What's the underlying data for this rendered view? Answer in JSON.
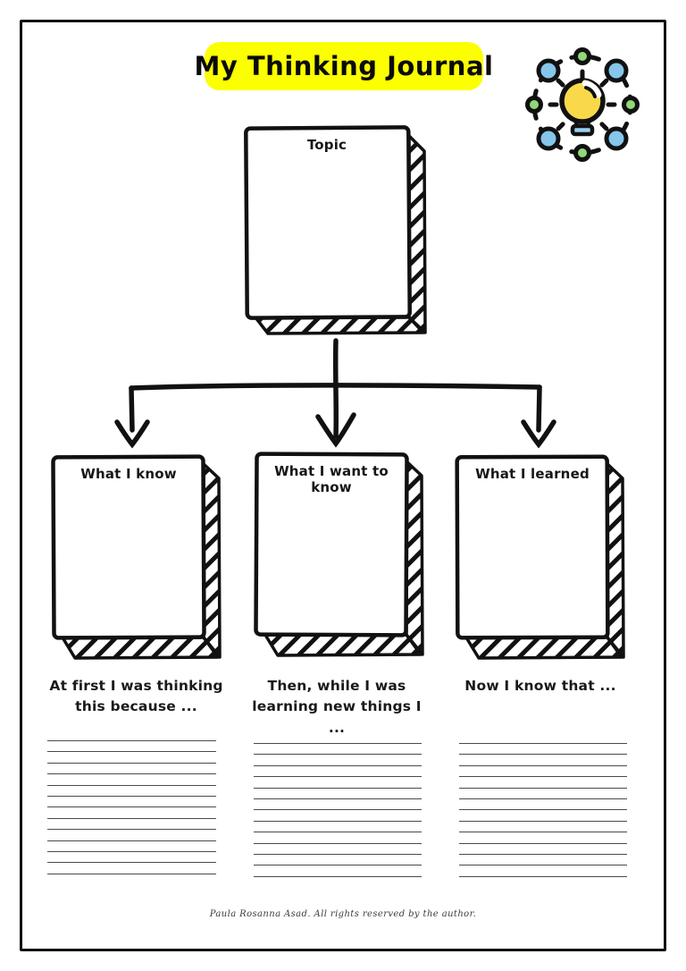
{
  "page": {
    "title": "My Thinking Journal",
    "credit": "Paula Rosanna Asad. All rights reserved by the author."
  },
  "header_icon": {
    "name": "idea-network-icon",
    "bulb_color": "#F9D84A",
    "base_color": "#9BD1F0",
    "node_blue": "#85C6EA",
    "node_green": "#8FD977",
    "outline_color": "#111111"
  },
  "colors": {
    "title_highlight": "#FBFF00",
    "ink": "#111111",
    "rule_line": "#4A4A4A"
  },
  "diagram": {
    "topic_box": {
      "label": "Topic"
    },
    "columns": [
      {
        "box_label": "What I know",
        "prompt_lines": [
          "At first I was thinking",
          "this because ..."
        ],
        "lines_count": 13
      },
      {
        "box_label": "What I want to know",
        "prompt_lines": [
          "Then, while I was",
          "learning new things I  ..."
        ],
        "lines_count": 13
      },
      {
        "box_label": "What I learned",
        "prompt_lines": [
          "Now I know that ..."
        ],
        "lines_count": 13
      }
    ]
  }
}
